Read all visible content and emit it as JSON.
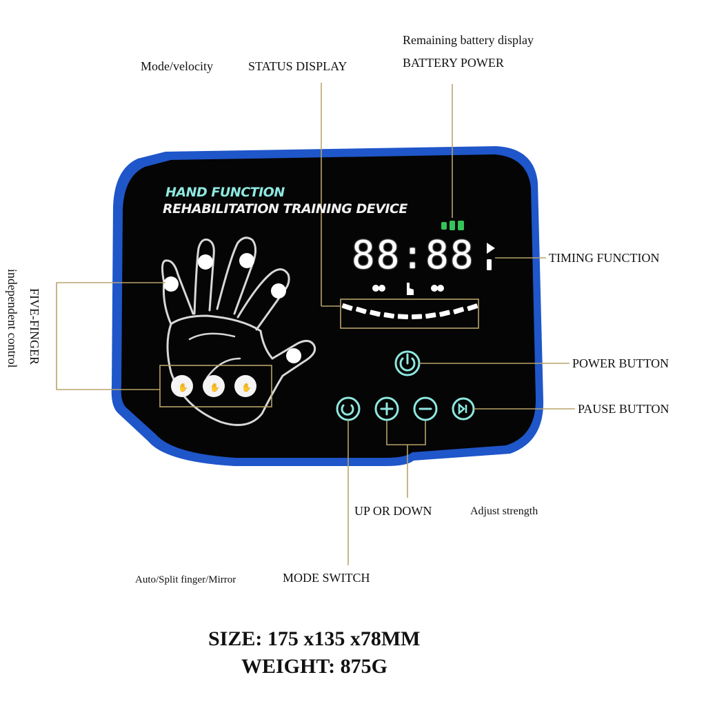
{
  "device": {
    "title_line1": "HAND FUNCTION",
    "title_line2": "REHABILITATION TRAINING DEVICE",
    "timer": "88:88",
    "battery_bars": 3,
    "colors": {
      "frame": "#1f56c9",
      "panel": "#050505",
      "accent": "#8ee8e0",
      "callout": "#b8a36a"
    }
  },
  "labels": {
    "mode_velocity": "Mode/velocity",
    "status_display": "STATUS DISPLAY",
    "battery_line1": "Remaining battery display",
    "battery_line2": "BATTERY POWER",
    "timing": "TIMING FUNCTION",
    "power": "POWER BUTTON",
    "pause": "PAUSE BUTTON",
    "five_finger_line1": "FIVE-FINGER",
    "five_finger_line2": "independent control",
    "up_down": "UP OR DOWN",
    "adjust": "Adjust strength",
    "mode_small": "Auto/Split finger/Mirror",
    "mode_switch": "MODE SWITCH"
  },
  "specs": {
    "size": "SIZE: 175 x135 x78MM",
    "weight": "WEIGHT: 875G"
  },
  "icons": {
    "power": "power-icon",
    "pause": "play-pause-icon",
    "plus": "plus-icon",
    "minus": "minus-icon",
    "mode": "mode-cycle-icon"
  }
}
